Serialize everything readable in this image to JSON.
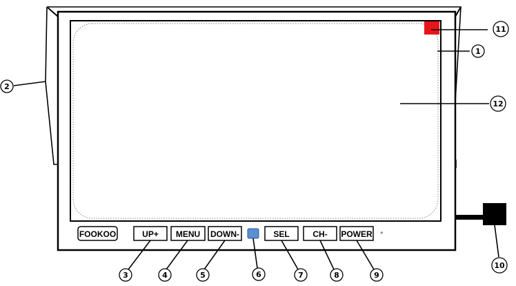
{
  "brand_label": "FOOKOO",
  "buttons": [
    {
      "id": "up",
      "label": "UP+",
      "callout": "3"
    },
    {
      "id": "menu",
      "label": "MENU",
      "callout": "4"
    },
    {
      "id": "down",
      "label": "DOWN-",
      "callout": "5"
    },
    {
      "id": "sel",
      "label": "SEL",
      "callout": "7"
    },
    {
      "id": "ch",
      "label": "CH-",
      "callout": "8"
    },
    {
      "id": "power",
      "label": "POWER",
      "callout": "9"
    }
  ],
  "indicator": {
    "callout": "6",
    "color": "#5b8fd4"
  },
  "callouts": {
    "frame": "1",
    "sunshade": "2",
    "cable": "10",
    "red_marker": "11",
    "screen": "12"
  },
  "colors": {
    "red_marker": "#e8141c",
    "led": "#5b8fd4"
  }
}
